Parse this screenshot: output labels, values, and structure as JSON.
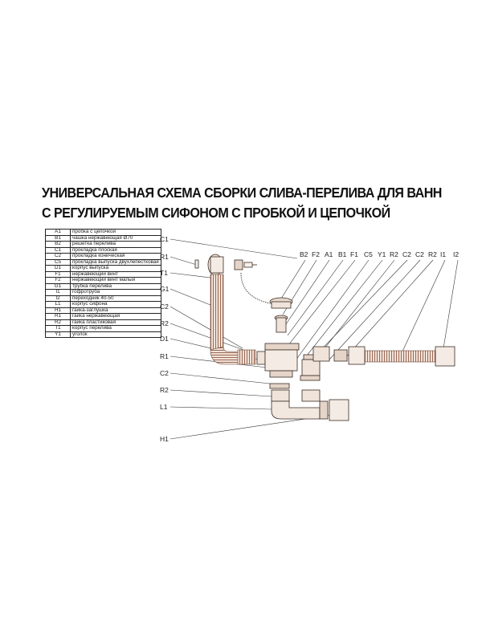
{
  "title": {
    "line1": "УНИВЕРСАЛЬНАЯ СХЕМА СБОРКИ СЛИВА-ПЕРЕЛИВА ДЛЯ ВАНН",
    "line2": "С РЕГУЛИРУЕМЫМ СИФОНОМ С ПРОБКОЙ И ЦЕПОЧКОЙ"
  },
  "legend": [
    {
      "code": "A1",
      "desc": "пробка с цепочкой"
    },
    {
      "code": "B1",
      "desc": "чашка нержавеющая Ø70"
    },
    {
      "code": "B2",
      "desc": "решетка перелива"
    },
    {
      "code": "C1",
      "desc": "прокладка плоская"
    },
    {
      "code": "C2",
      "desc": "прокладка коническая"
    },
    {
      "code": "C5",
      "desc": "прокладка выпуска двухлепестковая"
    },
    {
      "code": "D1",
      "desc": "корпус выпуска"
    },
    {
      "code": "F1",
      "desc": "нержавеющий винт"
    },
    {
      "code": "F2",
      "desc": "нержавеющий винт малый"
    },
    {
      "code": "G1",
      "desc": "трубка перелива"
    },
    {
      "code": "I1",
      "desc": "гофротруба"
    },
    {
      "code": "I2",
      "desc": "переходник 40-50"
    },
    {
      "code": "L1",
      "desc": "корпус сифона"
    },
    {
      "code": "H1",
      "desc": "гайка-заглушка"
    },
    {
      "code": "R1",
      "desc": "гайка нержавеющая"
    },
    {
      "code": "R2",
      "desc": "гайка пластиковая"
    },
    {
      "code": "T1",
      "desc": "корпус перелива"
    },
    {
      "code": "Y1",
      "desc": "уголок"
    }
  ],
  "left_labels": [
    "C1",
    "R1",
    "T1",
    "G1",
    "C2",
    "R2",
    "D1",
    "R1",
    "C2",
    "R2",
    "L1",
    "H1"
  ],
  "top_labels": [
    "B2",
    "F2",
    "A1",
    "B1",
    "F1",
    "C5",
    "Y1",
    "R2",
    "C2",
    "C2",
    "R2",
    "I1",
    "I2"
  ]
}
